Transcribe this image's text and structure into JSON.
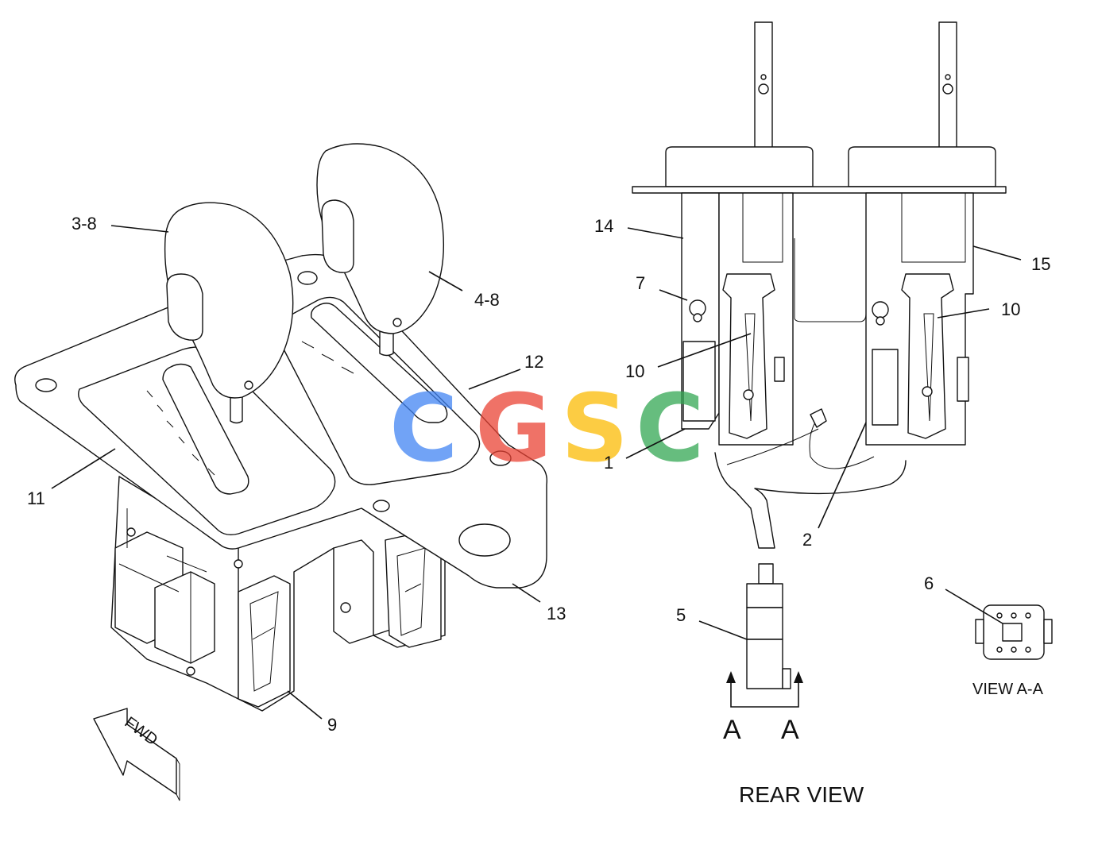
{
  "callouts": {
    "c3_8": "3-8",
    "c4_8": "4-8",
    "c12": "12",
    "c11": "11",
    "c13": "13",
    "c9": "9",
    "c14": "14",
    "c15": "15",
    "c7": "7",
    "c10a": "10",
    "c10b": "10",
    "c1": "1",
    "c2": "2",
    "c5": "5",
    "c6": "6"
  },
  "labels": {
    "rear_view": "REAR VIEW",
    "view_aa": "VIEW A-A",
    "section_left": "A",
    "section_right": "A",
    "fwd": "FWD"
  },
  "watermark": {
    "letters": [
      "C",
      "G",
      "S",
      "C"
    ],
    "colors": [
      "#4285f4",
      "#ea4335",
      "#fbbc05",
      "#34a853"
    ]
  }
}
